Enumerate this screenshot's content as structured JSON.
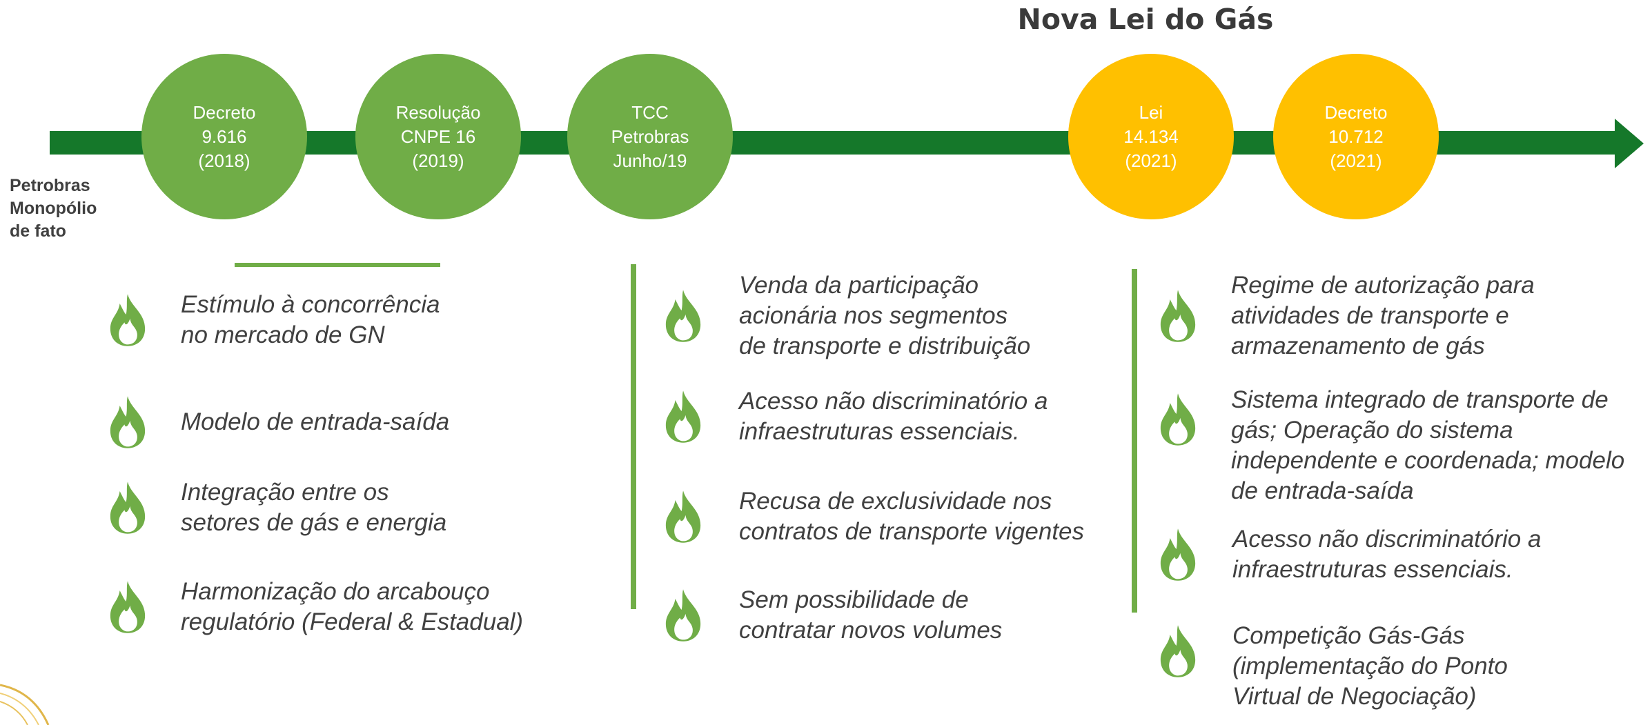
{
  "title": "Nova Lei do Gás",
  "start_label": [
    "Petrobras",
    "Monopólio",
    "de fato"
  ],
  "milestones": [
    {
      "lines": [
        "Decreto",
        "9.616",
        "(2018)"
      ],
      "color": "#70ad47"
    },
    {
      "lines": [
        "Resolução",
        "CNPE 16",
        "(2019)"
      ],
      "color": "#70ad47"
    },
    {
      "lines": [
        "TCC",
        "Petrobras",
        "Junho/19"
      ],
      "color": "#70ad47"
    },
    {
      "lines": [
        "Lei",
        "14.134",
        "(2021)"
      ],
      "color": "#ffc000"
    },
    {
      "lines": [
        "Decreto",
        "10.712",
        "(2021)"
      ],
      "color": "#ffc000"
    }
  ],
  "columns": [
    {
      "items": [
        {
          "lines": [
            "Estímulo à concorrência",
            "no mercado de GN"
          ]
        },
        {
          "lines": [
            "Modelo de entrada-saída"
          ]
        },
        {
          "lines": [
            "Integração entre os",
            "setores de gás e energia"
          ]
        },
        {
          "lines": [
            "Harmonização do arcabouço",
            "regulatório (Federal & Estadual)"
          ]
        }
      ]
    },
    {
      "items": [
        {
          "lines": [
            "Venda da participação",
            "acionária nos segmentos",
            "de transporte e distribuição"
          ]
        },
        {
          "lines": [
            "Acesso não discriminatório a",
            "infraestruturas essenciais."
          ]
        },
        {
          "lines": [
            "Recusa de exclusividade nos",
            "contratos de transporte vigentes"
          ]
        },
        {
          "lines": [
            "Sem possibilidade de",
            "contratar novos volumes"
          ]
        }
      ]
    },
    {
      "items": [
        {
          "lines": [
            "Regime de autorização para",
            "atividades de transporte e",
            "armazenamento de gás"
          ]
        },
        {
          "lines": [
            "Sistema integrado de transporte de",
            "gás; Operação do sistema",
            "independente e coordenada; modelo",
            "de entrada-saída"
          ]
        },
        {
          "lines": [
            "Acesso não discriminatório a",
            "infraestruturas essenciais."
          ]
        },
        {
          "lines": [
            "Competição Gás-Gás",
            "(implementação do Ponto",
            "Virtual de Negociação)"
          ]
        }
      ]
    }
  ],
  "colors": {
    "arrow": "#15782a",
    "accent_green": "#70ad47",
    "accent_gold": "#ffc000",
    "text": "#404040"
  },
  "icons": {
    "bullet": "flame-icon",
    "timeline": "arrow-right-icon"
  }
}
